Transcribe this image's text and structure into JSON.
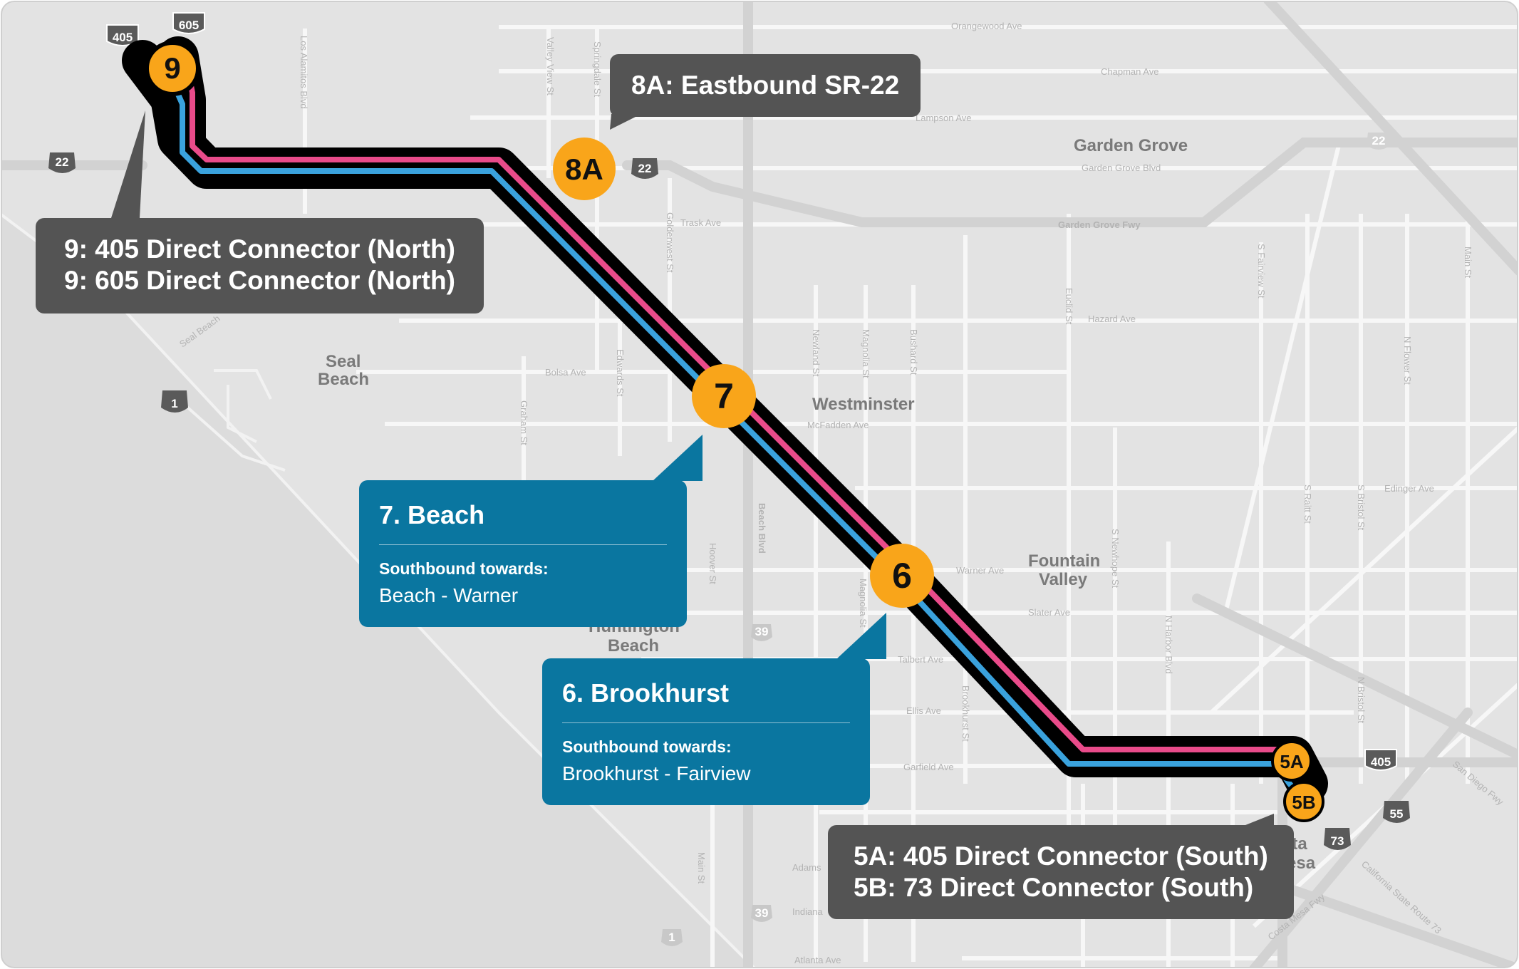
{
  "streets": {
    "orangewood": "Orangewood Ave",
    "chapman": "Chapman Ave",
    "lampson": "Lampson Ave",
    "garden_grove_blvd": "Garden Grove Blvd",
    "garden_grove_fwy": "Garden Grove Fwy",
    "trask": "Trask Ave",
    "hazard": "Hazard Ave",
    "bolsa": "Bolsa Ave",
    "mcfadden": "McFadden Ave",
    "edinger": "Edinger Ave",
    "warner": "Warner Ave",
    "slater": "Slater Ave",
    "talbert": "Talbert Ave",
    "ellis": "Ellis Ave",
    "garfield": "Garfield Ave",
    "adams": "Adams",
    "indiana": "Indiana",
    "atlanta": "Atlanta Ave",
    "los_alamitos": "Los Alamitos Blvd",
    "valley_view": "Valley View St",
    "springdale": "Springdale St",
    "goldenwest": "Goldenwest St",
    "edwards": "Edwards St",
    "graham": "Graham St",
    "newland": "Newland St",
    "magnolia": "Magnolia St",
    "bushard": "Bushard St",
    "euclid": "Euclid St",
    "fairview": "S Fairview St",
    "newhope": "S Newhope St",
    "raitt": "S Raitt St",
    "bristol": "S Bristol St",
    "flower": "N Flower St",
    "main": "Main St",
    "beach": "Beach Blvd",
    "hoover": "Hoover St",
    "magnolia2": "Magnolia St",
    "brookhurst": "Brookhurst St",
    "n_harbor": "N Harbor Blvd",
    "n_bristol": "N Bristol St",
    "main2": "Main St",
    "seal_beach_blvd": "Seal Beach",
    "san_diego_fwy": "San Diego Fwy",
    "ca_sr73": "California State Route 73",
    "costa_mesa_fwy": "Costa Mesa Fwy"
  },
  "cities": {
    "garden_grove": "Garden Grove",
    "seal_beach_1": "Seal",
    "seal_beach_2": "Beach",
    "westminster": "Westminster",
    "fountain_valley_1": "Fountain",
    "fountain_valley_2": "Valley",
    "huntington_1": "Huntington",
    "huntington_2": "Beach",
    "costa_mesa_1": "Costa",
    "costa_mesa_2": "Mesa"
  },
  "shields": {
    "i405_nw": "405",
    "i605": "605",
    "sr22_w": "22",
    "i405_mid": "405",
    "sr22_mid": "22",
    "sr22_e": "22",
    "sr1": "1",
    "r39_a": "39",
    "r39_b": "39",
    "sr1_s": "1",
    "i405_se": "405",
    "sr55": "55",
    "sr73": "73"
  },
  "stops": {
    "s9": "9",
    "s8a": "8A",
    "s7": "7",
    "s6": "6",
    "s5a": "5A",
    "s5b": "5B"
  },
  "callouts": {
    "c8a": "8A: Eastbound SR-22",
    "c9_line1": "9: 405 Direct Connector (North)",
    "c9_line2": "9: 605 Direct Connector (North)",
    "c7_title": "7. Beach",
    "c7_sub": "Southbound towards:",
    "c7_dest": "Beach - Warner",
    "c6_title": "6. Brookhurst",
    "c6_sub": "Southbound towards:",
    "c6_dest": "Brookhurst - Fairview",
    "c5_line1": "5A: 405 Direct Connector (South)",
    "c5_line2": "5B: 73 Direct Connector (South)"
  },
  "colors": {
    "map_bg": "#e3e3e3",
    "ocean": "#dcdcdc",
    "road": "#f7f7f7",
    "freeway": "#d2d2d2",
    "route_outline": "#000000",
    "route_pink": "#e94b8a",
    "route_blue": "#3aa2dd",
    "stop_fill": "#f9a51a",
    "gray_callout": "#545454",
    "blue_callout": "#0a76a0"
  }
}
